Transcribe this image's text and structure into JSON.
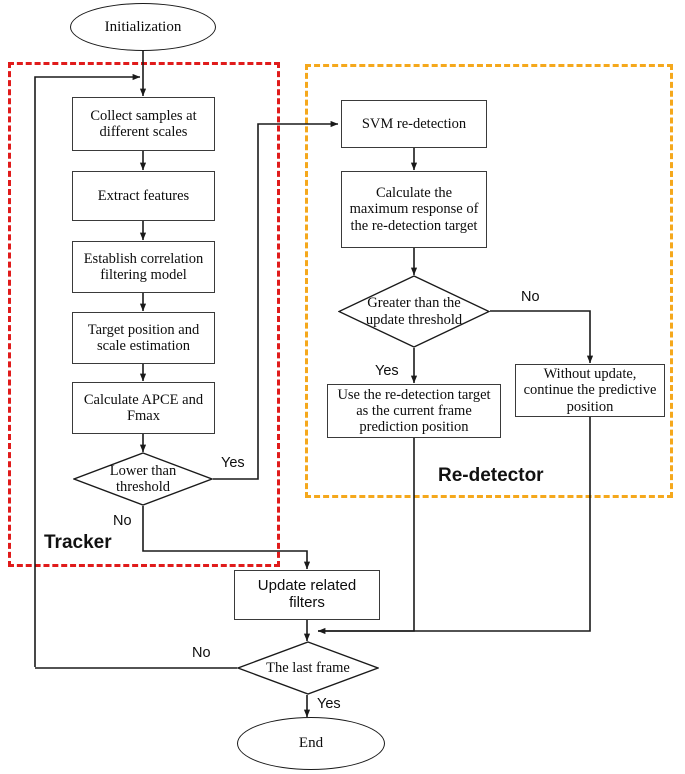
{
  "diagram": {
    "title": "Tracker and Re-detector flowchart",
    "colors": {
      "tracker_border": "#e01b1b",
      "redetector_border": "#f5a81c",
      "node_border": "#3a3a3a",
      "wire": "#1a1a1a",
      "text": "#0d0d0d"
    },
    "groups": [
      {
        "id": "tracker",
        "label": "Tracker"
      },
      {
        "id": "redetector",
        "label": "Re-detector"
      }
    ],
    "nodes": [
      {
        "id": "start",
        "shape": "terminator",
        "label": "Initialization"
      },
      {
        "id": "collect",
        "shape": "process",
        "label": "Collect samples at different scales"
      },
      {
        "id": "extract",
        "shape": "process",
        "label": "Extract features"
      },
      {
        "id": "establish",
        "shape": "process",
        "label": "Establish correlation filtering model"
      },
      {
        "id": "estimate",
        "shape": "process",
        "label": "Target position and scale estimation"
      },
      {
        "id": "apce",
        "shape": "process",
        "label": "Calculate APCE and Fmax"
      },
      {
        "id": "lower",
        "shape": "decision",
        "label": "Lower than threshold"
      },
      {
        "id": "svm",
        "shape": "process",
        "label": "SVM re-detection"
      },
      {
        "id": "maxresp",
        "shape": "process",
        "label": "Calculate the maximum response of the re-detection target"
      },
      {
        "id": "greater",
        "shape": "decision",
        "label": "Greater than the update threshold"
      },
      {
        "id": "usetarget",
        "shape": "process",
        "label": "Use the re-detection target as the current frame prediction position"
      },
      {
        "id": "noupdate",
        "shape": "process",
        "label": "Without update, continue the predictive position"
      },
      {
        "id": "updatefilter",
        "shape": "process",
        "label": "Update related filters"
      },
      {
        "id": "lastframe",
        "shape": "decision",
        "label": "The last frame"
      },
      {
        "id": "end",
        "shape": "terminator",
        "label": "End"
      }
    ],
    "edge_labels": {
      "lower_yes": "Yes",
      "lower_no": "No",
      "greater_yes": "Yes",
      "greater_no": "No",
      "lastframe_no": "No",
      "lastframe_yes": "Yes"
    },
    "node_text_lines": {
      "start": [
        "Initialization"
      ],
      "collect": [
        "Collect samples at",
        "different scales"
      ],
      "extract": [
        "Extract features"
      ],
      "establish": [
        "Establish correlation",
        "filtering model"
      ],
      "estimate": [
        "Target position and",
        "scale estimation"
      ],
      "apce": [
        "Calculate APCE and",
        "Fmax"
      ],
      "lower": [
        "Lower than",
        "threshold"
      ],
      "svm": [
        "SVM re-detection"
      ],
      "maxresp": [
        "Calculate the",
        "maximum response of",
        "the re-detection target"
      ],
      "greater": [
        "Greater than the",
        "update threshold"
      ],
      "usetarget": [
        "Use the re-detection target",
        "as the current frame",
        "prediction position"
      ],
      "noupdate": [
        "Without update,",
        "continue the predictive",
        "position"
      ],
      "updatefilter": [
        "Update related filters"
      ],
      "lastframe": [
        "The last frame"
      ],
      "end": [
        "End"
      ]
    }
  }
}
